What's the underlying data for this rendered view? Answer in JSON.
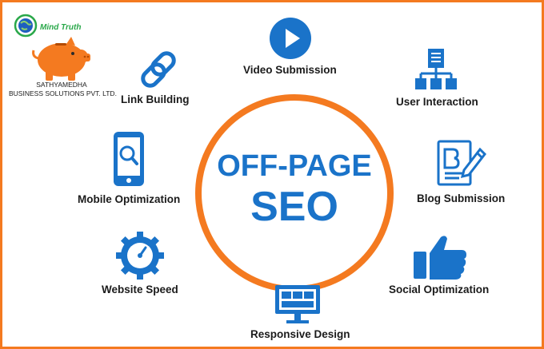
{
  "logo": {
    "brand": "Mind Truth",
    "company_line1": "SATHYAMEDHA",
    "company_line2": "BUSINESS SOLUTIONS PVT. LTD."
  },
  "center": {
    "line1": "OFF-PAGE",
    "line2": "SEO"
  },
  "items": {
    "video": "Video Submission",
    "link": "Link Building",
    "user": "User Interaction",
    "mobile": "Mobile Optimization",
    "blog": "Blog Submission",
    "speed": "Website Speed",
    "social": "Social Optimization",
    "responsive": "Responsive Design"
  },
  "colors": {
    "accent": "#f47a20",
    "blue": "#1a73c9",
    "text": "#1b1b1b"
  },
  "icons": [
    "play-icon",
    "chain-link-icon",
    "org-chart-icon",
    "smartphone-search-icon",
    "blog-document-icon",
    "speedometer-gear-icon",
    "thumbs-up-icon",
    "monitor-icon",
    "piggy-bank-icon"
  ]
}
